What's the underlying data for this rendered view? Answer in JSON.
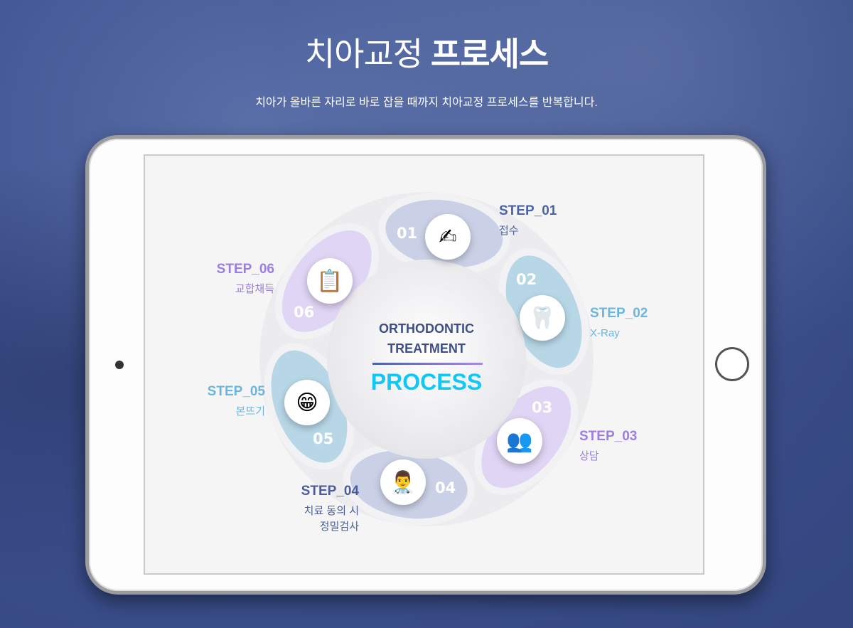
{
  "header": {
    "title_light": "치아교정",
    "title_bold": "프로세스",
    "subtitle": "치아가 올바른 자리로 바로 잡을 때까지 치아교정 프로세스를 반복합니다."
  },
  "center": {
    "line1": "ORTHODONTIC",
    "line2": "TREATMENT",
    "line3": "PROCESS"
  },
  "steps": [
    {
      "num": "01",
      "label": "STEP_01",
      "text": "접수",
      "icon": "clipboard-pen-icon",
      "color": "#4a63a8"
    },
    {
      "num": "02",
      "label": "STEP_02",
      "text": "X-Ray",
      "icon": "xray-tooth-icon",
      "color": "#6bb6de"
    },
    {
      "num": "03",
      "label": "STEP_03",
      "text": "상담",
      "icon": "consultation-desk-icon",
      "color": "#9b7ee0"
    },
    {
      "num": "04",
      "label": "STEP_04",
      "text": "치료 동의 시",
      "text2": "정밀검사",
      "icon": "doctors-icon",
      "color": "#4a5c9a"
    },
    {
      "num": "05",
      "label": "STEP_05",
      "text": "본뜨기",
      "icon": "teeth-mold-icon",
      "color": "#6bb6de"
    },
    {
      "num": "06",
      "label": "STEP_06",
      "text": "교합채득",
      "icon": "checklist-tooth-icon",
      "color": "#9b7ee0"
    }
  ]
}
